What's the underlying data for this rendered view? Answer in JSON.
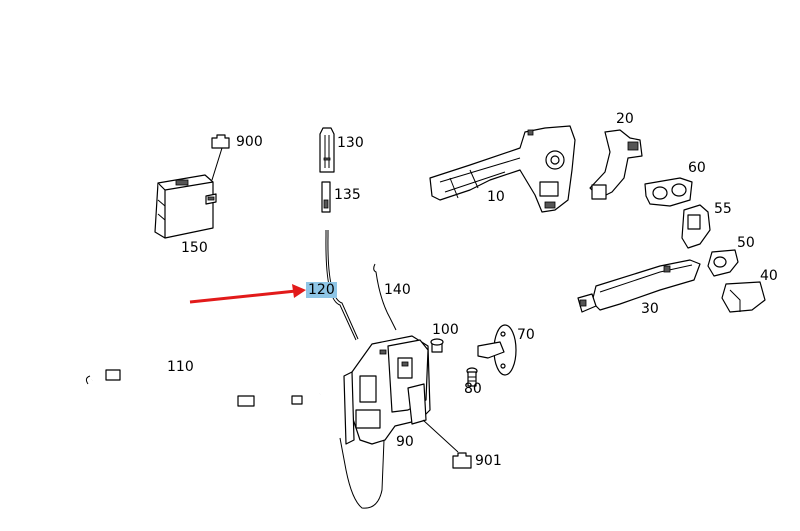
{
  "callouts": {
    "c900": "900",
    "c130": "130",
    "c135": "135",
    "c150": "150",
    "c120": "120",
    "c140": "140",
    "c10": "10",
    "c20": "20",
    "c60": "60",
    "c55": "55",
    "c50": "50",
    "c40": "40",
    "c30": "30",
    "c100": "100",
    "c70": "70",
    "c80": "80",
    "c110": "110",
    "c90": "90",
    "c901": "901"
  },
  "highlighted_callout": "120",
  "colors": {
    "arrow": "#e21a1a",
    "highlight": "#8ec5e6",
    "line": "#000000"
  }
}
